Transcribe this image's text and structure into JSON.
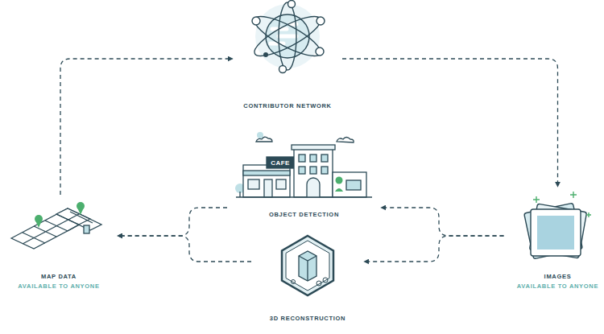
{
  "diagram": {
    "nodes": [
      {
        "text": [
          "CONTRIBUTOR NETWORK"
        ]
      },
      {
        "text": [
          "OBJECT DETECTION"
        ]
      },
      {
        "text": [
          "MAP DATA",
          "AVAILABLE TO ANYONE"
        ]
      },
      {
        "text": [
          "IMAGES",
          "AVAILABLE TO ANYONE"
        ]
      },
      {
        "text": [
          "3D RECONSTRUCTION"
        ]
      }
    ],
    "edges": [
      {
        "from": 2,
        "to": 0,
        "arrow": "to"
      },
      {
        "from": 0,
        "to": 3,
        "arrow": "to"
      },
      {
        "from": 3,
        "to": 1,
        "arrow": "to"
      },
      {
        "from": 3,
        "to": 4,
        "arrow": "to"
      },
      {
        "from": 1,
        "to": 2,
        "arrow": "to"
      },
      {
        "from": 4,
        "to": 2,
        "arrow": "to"
      }
    ],
    "labels": [
      "CAFE"
    ]
  }
}
